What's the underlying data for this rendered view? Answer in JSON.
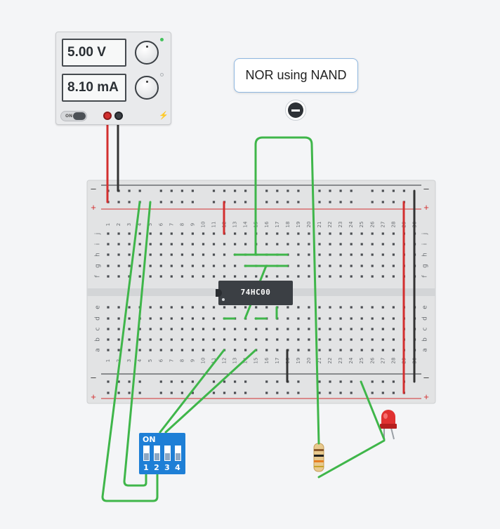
{
  "psu": {
    "voltage": "5.00 V",
    "current": "8.10 mA",
    "power_label": "ON"
  },
  "annotation": {
    "text": "NOR using NAND"
  },
  "chip": {
    "label": "74HC00"
  },
  "dip": {
    "on_label": "ON",
    "switches": [
      "1",
      "2",
      "3",
      "4"
    ]
  },
  "breadboard": {
    "rail_minus": "–",
    "rail_plus": "+",
    "column_numbers": [
      "1",
      "2",
      "3",
      "4",
      "5",
      "6",
      "7",
      "8",
      "9",
      "10",
      "11",
      "12",
      "13",
      "14",
      "15",
      "16",
      "17",
      "18",
      "19",
      "20",
      "21",
      "22",
      "23",
      "24",
      "25",
      "26",
      "27",
      "28",
      "29",
      "30"
    ],
    "rows_top": [
      "j",
      "i",
      "h",
      "g",
      "f"
    ],
    "rows_bottom": [
      "e",
      "d",
      "c",
      "b",
      "a"
    ]
  },
  "colors": {
    "wire_green": "#3fb64a",
    "wire_red": "#d32f2f",
    "wire_black": "#333333",
    "led_red": "#d62828",
    "dip_blue": "#1e7fd6"
  }
}
